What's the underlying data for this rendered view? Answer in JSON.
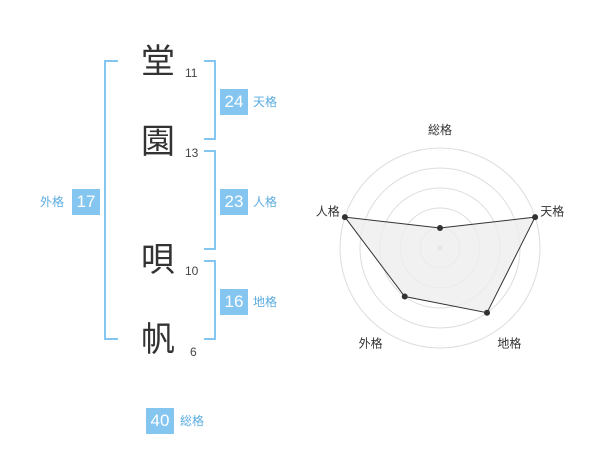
{
  "name": {
    "chars": [
      {
        "char": "堂",
        "strokes": "11"
      },
      {
        "char": "園",
        "strokes": "13"
      },
      {
        "char": "唄",
        "strokes": "10"
      },
      {
        "char": "帆",
        "strokes": "6"
      }
    ]
  },
  "fortunes": {
    "tenkaku": {
      "value": "24",
      "label": "天格"
    },
    "jinkaku": {
      "value": "23",
      "label": "人格"
    },
    "chikaku": {
      "value": "16",
      "label": "地格"
    },
    "gaikaku": {
      "value": "17",
      "label": "外格"
    },
    "soukaku": {
      "value": "40",
      "label": "総格"
    }
  },
  "radar": {
    "axes": [
      "総格",
      "天格",
      "地格",
      "外格",
      "人格"
    ],
    "levels": 5,
    "values": [
      1,
      5,
      4,
      3,
      5
    ],
    "colors": {
      "fill": "#eeeeee",
      "stroke": "#333333",
      "grid": "#dddddd",
      "point": "#333333"
    }
  }
}
